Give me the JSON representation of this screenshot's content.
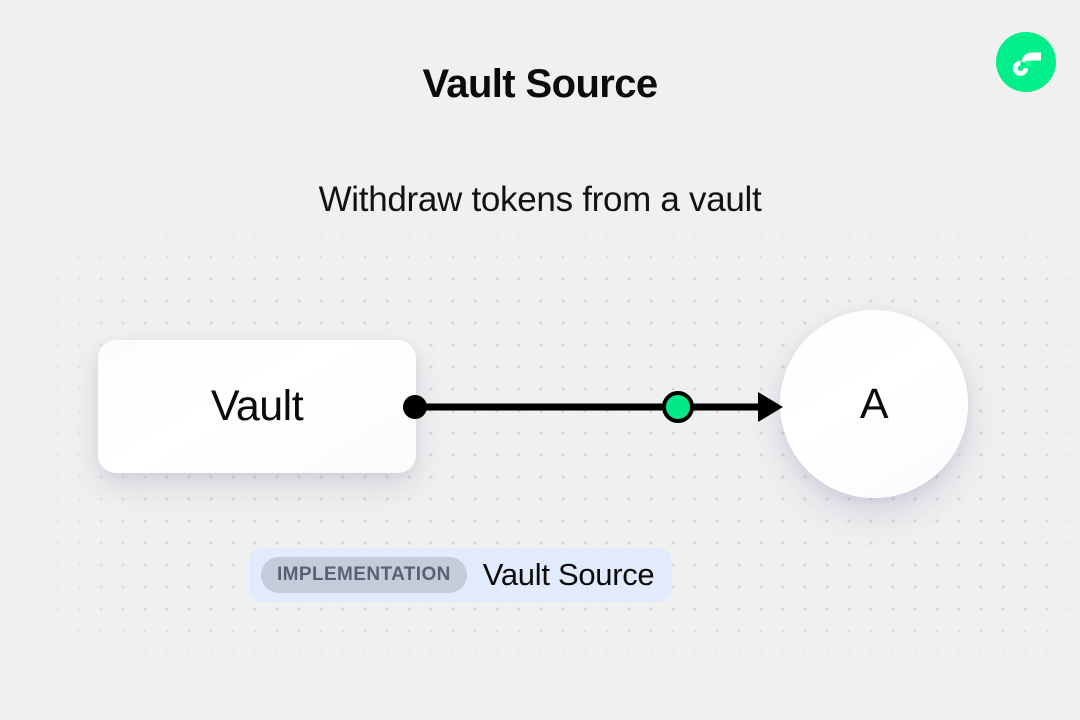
{
  "page": {
    "background_color": "#f0f0f0",
    "accent_color": "#00ef8b"
  },
  "brand": {
    "logo_icon": "flow-logo-icon",
    "logo_background": "#00ef8b",
    "logo_mark_color": "#ffffff"
  },
  "header": {
    "title": "Vault Source",
    "subtitle": "Withdraw tokens from a vault"
  },
  "diagram": {
    "nodes": [
      {
        "id": "vault",
        "label": "Vault",
        "shape": "rounded-rect"
      },
      {
        "id": "a",
        "label": "A",
        "shape": "circle"
      }
    ],
    "edge": {
      "source_port_color": "#000000",
      "midpoint_color": "#00e887",
      "line_color": "#000000",
      "arrow_direction": "right"
    }
  },
  "footer_badge": {
    "tag_label": "IMPLEMENTATION",
    "name": "Vault Source",
    "badge_color": "#e2ebfb",
    "tag_color": "#c4ccda"
  }
}
